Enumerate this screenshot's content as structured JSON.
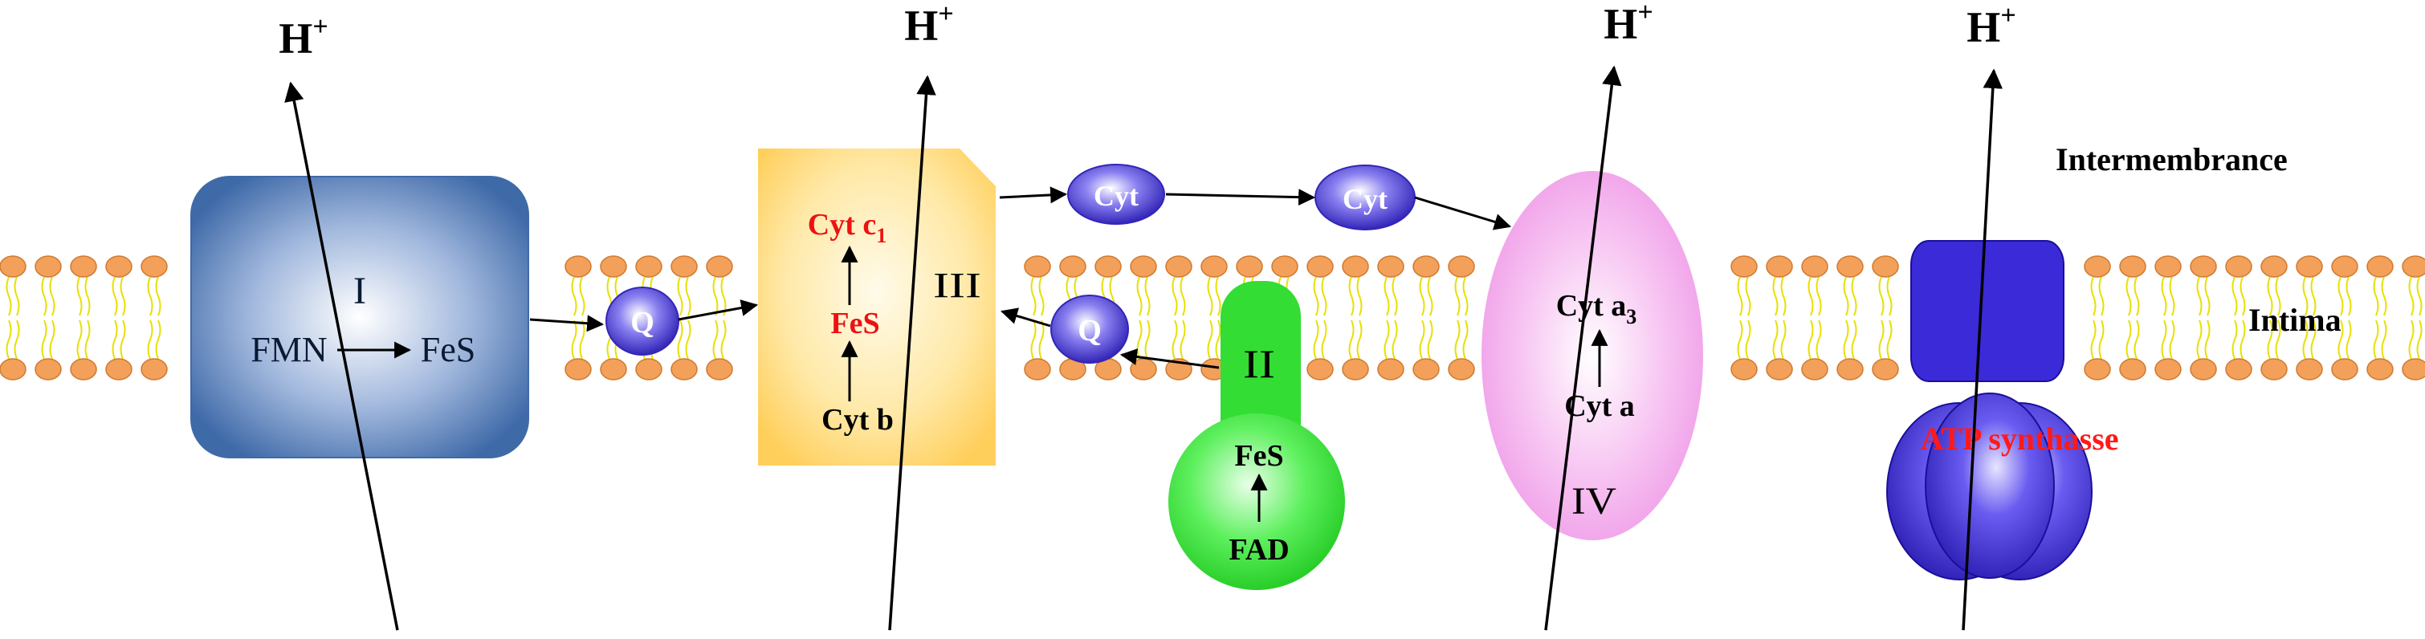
{
  "proton_label": "H",
  "proton_charge": "+",
  "region_labels": {
    "intermembrance": "Intermembrance",
    "intima": "Intima"
  },
  "complex_I": {
    "numeral": "I",
    "fmn": "FMN",
    "fes": "FeS",
    "color": "#3f6aa8"
  },
  "q_carrier": {
    "label": "Q",
    "color": "#4b3fc9"
  },
  "complex_III": {
    "numeral": "III",
    "cyt_c1": "Cyt c",
    "cyt_c1_sub": "1",
    "fes": "FeS",
    "cyt_b": "Cyt b",
    "color": "#ffd56e"
  },
  "cyt_c": {
    "label": "Cyt",
    "color": "#4b3fc9"
  },
  "complex_II": {
    "numeral": "II",
    "fes": "FeS",
    "fad": "FAD",
    "color": "#33dd33"
  },
  "complex_IV": {
    "numeral": "IV",
    "cyt_a3": "Cyt a",
    "cyt_a3_sub": "3",
    "cyt_a": "Cyt a",
    "color": "#f4a8ee"
  },
  "atp_synthase": {
    "label": "ATP synthasse",
    "label_color": "#ff1a1a",
    "color": "#3a2ad8"
  },
  "highlight_color": "#ee1111"
}
